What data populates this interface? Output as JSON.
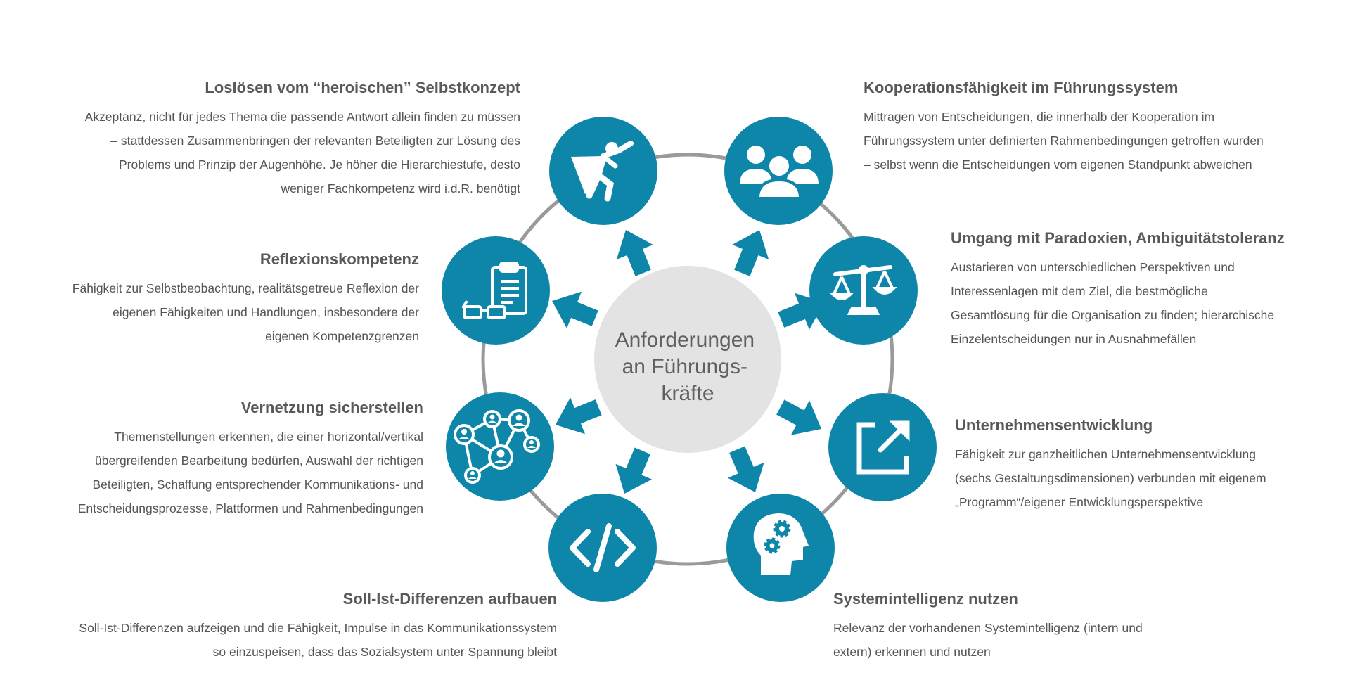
{
  "center": {
    "lines": [
      "Anforderungen",
      "an Führungs-",
      "kräfte"
    ]
  },
  "colors": {
    "accent": "#0E86AA",
    "ring": "#9A9A9A",
    "center_fill": "#E3E3E3",
    "center_text": "#606060",
    "heading": "#595959",
    "body": "#555555"
  },
  "requirements": {
    "losloesen": {
      "title": "Loslösen vom “heroischen” Selbstkonzept",
      "lines": [
        "Akzeptanz, nicht für jedes Thema die passende Antwort allein finden zu müssen",
        "– stattdessen Zusammenbringen der relevanten Beteiligten zur Lösung des",
        "Problems und Prinzip der Augenhöhe. Je höher die Hierarchiestufe, desto",
        "weniger Fachkompetenz wird i.d.R. benötigt"
      ],
      "icon": "superhero-icon"
    },
    "reflexion": {
      "title": "Reflexionskompetenz",
      "lines": [
        "Fähigkeit zur Selbstbeobachtung, realitätsgetreue Reflexion der",
        "eigenen Fähigkeiten und Handlungen, insbesondere der",
        "eigenen Kompetenzgrenzen"
      ],
      "icon": "clipboard-glasses-icon"
    },
    "vernetzung": {
      "title": "Vernetzung sicherstellen",
      "lines": [
        "Themenstellungen erkennen, die einer horizontal/vertikal",
        "übergreifenden Bearbeitung bedürfen, Auswahl der richtigen",
        "Beteiligten, Schaffung entsprechender Kommunikations- und",
        "Entscheidungsprozesse, Plattformen und Rahmenbedingungen"
      ],
      "icon": "network-icon"
    },
    "sollist": {
      "title": "Soll-Ist-Differenzen aufbauen",
      "lines": [
        "Soll-Ist-Differenzen aufzeigen und die Fähigkeit, Impulse in das Kommunikationssystem",
        "so einzuspeisen, dass das Sozialsystem unter Spannung bleibt"
      ],
      "icon": "code-icon"
    },
    "kooperation": {
      "title": "Kooperationsfähigkeit im Führungssystem",
      "lines": [
        "Mittragen von Entscheidungen, die innerhalb der Kooperation im",
        "Führungssystem unter definierten Rahmenbedingungen getroffen wurden",
        "– selbst wenn die Entscheidungen vom eigenen Standpunkt abweichen"
      ],
      "icon": "group-icon"
    },
    "paradoxien": {
      "title": "Umgang mit Paradoxien, Ambiguitätstoleranz",
      "lines": [
        "Austarieren von unterschiedlichen Perspektiven und",
        "Interessenlagen mit dem Ziel, die bestmögliche",
        "Gesamtlösung für die Organisation zu finden; hierarchische",
        "Einzelentscheidungen nur in Ausnahmefällen"
      ],
      "icon": "scales-icon"
    },
    "unternehmen": {
      "title": "Unternehmensentwicklung",
      "lines": [
        "Fähigkeit zur ganzheitlichen Unternehmensentwicklung",
        "(sechs Gestaltungsdimensionen) verbunden mit eigenem",
        "„Programm“/eigener Entwicklungsperspektive"
      ],
      "icon": "external-link-icon"
    },
    "systemintel": {
      "title": "Systemintelligenz nutzen",
      "lines": [
        "Relevanz der vorhandenen Systemintelligenz (intern und",
        "extern) erkennen und nutzen"
      ],
      "icon": "head-gears-icon"
    }
  }
}
